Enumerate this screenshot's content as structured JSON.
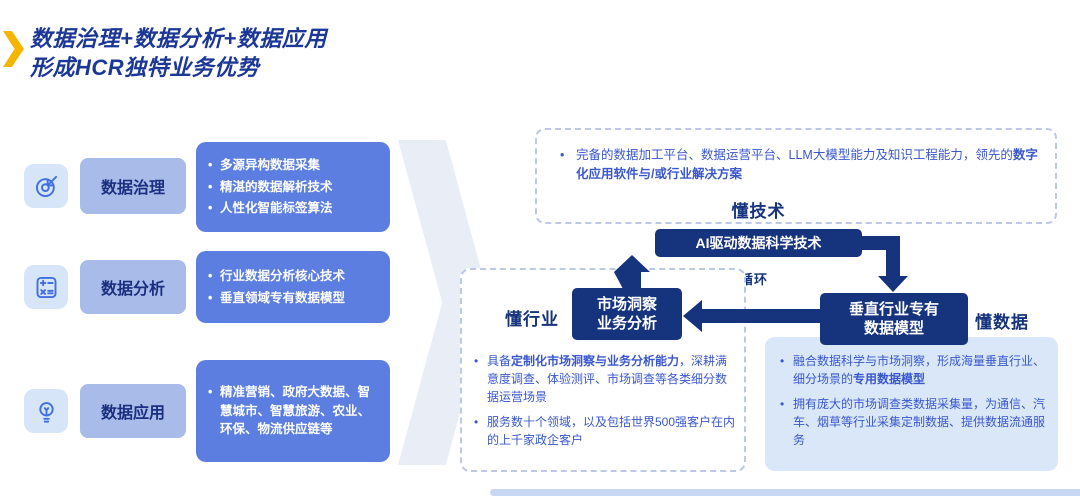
{
  "title": {
    "line1": "数据治理+数据分析+数据应用",
    "line2": "形成HCR独特业务优势"
  },
  "colors": {
    "title_blue": "#1C3795",
    "navy": "#16337E",
    "mid_blue": "#5B7EE0",
    "label_bg": "#A9BCE9",
    "panel_blue": "#D9E7F8",
    "text_blue": "#3A57CE",
    "accent_yellow": "#F8B500"
  },
  "left_rows": [
    {
      "icon": "target-arrow-icon",
      "label": "数据治理",
      "bullets": [
        "多源异构数据采集",
        "精湛的数据解析技术",
        "人性化智能标签算法"
      ]
    },
    {
      "icon": "calculator-icon",
      "label": "数据分析",
      "bullets": [
        "行业数据分析核心技术",
        "垂直领域专有数据模型"
      ]
    },
    {
      "icon": "lightbulb-icon",
      "label": "数据应用",
      "bullets": [
        "精准营销、政府大数据、智慧城市、智慧旅游、农业、环保、物流供应链等"
      ]
    }
  ],
  "diagram": {
    "tech": {
      "label": "懂技术",
      "bullet": {
        "segments": [
          {
            "text": "完备的数据加工平台、数据运营平台、LLM大模型能力及知识工程能力，领先的",
            "bold": false
          },
          {
            "text": "数字化应用软件与/或行业解决方案",
            "bold": true
          }
        ]
      }
    },
    "ai_box": "AI驱动数据科学技术",
    "cycle_label": "能力循环",
    "market_box": {
      "line1": "市场洞察",
      "line2": "业务分析"
    },
    "industry_label": "懂行业",
    "vertical_box": {
      "line1": "垂直行业专有",
      "line2": "数据模型"
    },
    "data_label": "懂数据",
    "industry_panel_bullets": [
      {
        "segments": [
          {
            "text": "具备",
            "bold": false
          },
          {
            "text": "定制化市场洞察与业务分析能力",
            "bold": true
          },
          {
            "text": "，深耕满意度调查、体验测评、市场调查等各类细分数据运营场景",
            "bold": false
          }
        ]
      },
      {
        "segments": [
          {
            "text": "服务数十个领域，以及包括世界500强客户在内的上千家政企客户",
            "bold": false
          }
        ]
      }
    ],
    "data_panel_bullets": [
      {
        "segments": [
          {
            "text": "融合数据科学与市场洞察，形成海量垂直行业、细分场景的",
            "bold": false
          },
          {
            "text": "专用数据模型",
            "bold": true
          }
        ]
      },
      {
        "segments": [
          {
            "text": "拥有庞大的市场调查类数据采集量，为通信、汽车、烟草等行业采集定制数据、提供数据流通服务",
            "bold": false
          }
        ]
      }
    ]
  }
}
